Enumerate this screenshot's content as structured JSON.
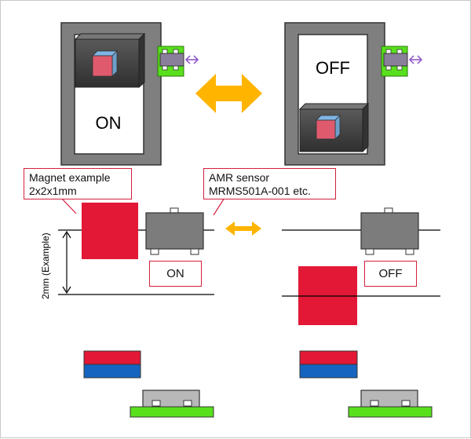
{
  "switch_panels": {
    "on_label": "ON",
    "off_label": "OFF"
  },
  "callouts": {
    "magnet_line1": "Magnet example",
    "magnet_line2": "2x2x1mm",
    "sensor_line1": "AMR sensor",
    "sensor_line2": "MRMS501A-001 etc."
  },
  "state_boxes": {
    "on": "ON",
    "off": "OFF"
  },
  "dimension_label": "2mm (Example)",
  "colors": {
    "magnet_red": "#e21836",
    "magnet_blue": "#1565c0",
    "sensor_gray": "#7c7c7c",
    "pcb_green": "#58e01c",
    "arrow_orange": "#ffb400",
    "frame_gray": "#7f7f7f",
    "callout_border": "#d21f3c",
    "motion_arrow_purple": "#8a4fc8"
  }
}
